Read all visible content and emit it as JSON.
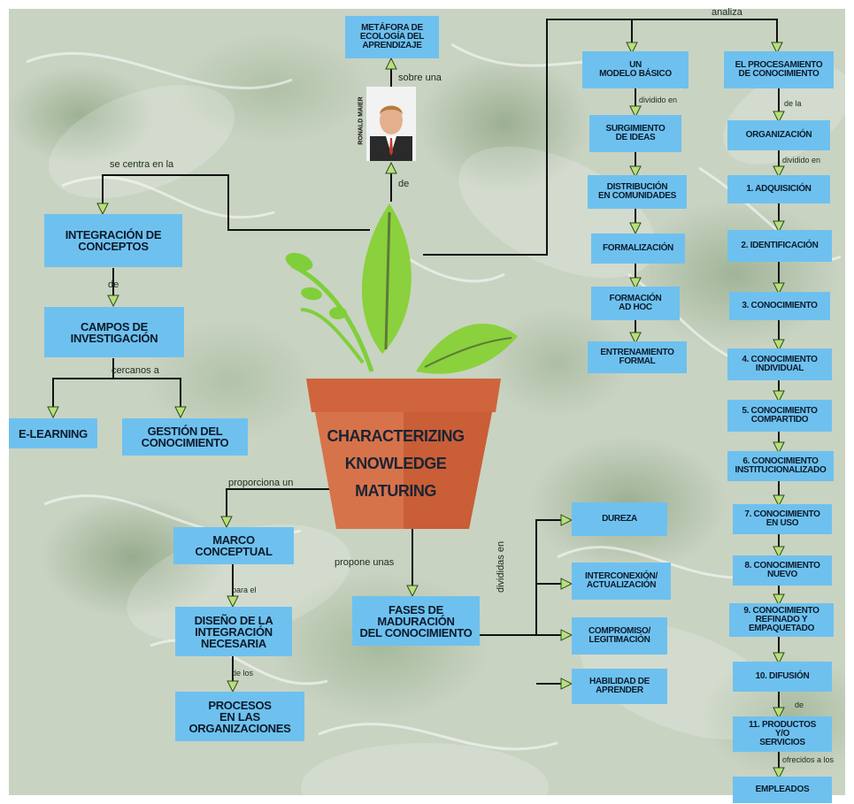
{
  "title": "CHARACTERIZING\nKNOWLEDGE\nMATURING",
  "photo_caption": "RONALD MAIER",
  "nodes": {
    "metafora": "METÁFORA DE\nECOLOGÍA DEL\nAPRENDIZAJE",
    "integracion": "INTEGRACIÓN DE\nCONCEPTOS",
    "campos": "CAMPOS DE\nINVESTIGACIÓN",
    "elearning": "E-LEARNING",
    "gestion": "GESTIÓN DEL\nCONOCIMIENTO",
    "marco": "MARCO\nCONCEPTUAL",
    "diseno": "DISEÑO DE LA\nINTEGRACIÓN\nNECESARIA",
    "procesos": "PROCESOS\nEN LAS\nORGANIZACIONES",
    "fases": "FASES DE\nMADURACIÓN\nDEL CONOCIMIENTO",
    "dureza": "DUREZA",
    "interconexion": "INTERCONEXIÓN/\nACTUALIZACIÓN",
    "compromiso": "COMPROMISO/\nLEGITIMACIÓN",
    "habilidad": "HABILIDAD DE\nAPRENDER",
    "modelo": "UN\nMODELO BÁSICO",
    "surgimiento": "SURGIMIENTO\nDE IDEAS",
    "distribucion": "DISTRIBUCIÓN\nEN COMUNIDADES",
    "formalizacion": "FORMALIZACIÓN",
    "formacion": "FORMACIÓN\nAD HOC",
    "entrenamiento": "ENTRENAMIENTO\nFORMAL",
    "procesamiento": "EL PROCESAMIENTO\nDE CONOCIMIENTO",
    "organizacion": "ORGANIZACIÓN",
    "c1": "1. ADQUISICIÓN",
    "c2": "2. IDENTIFICACIÓN",
    "c3": "3. CONOCIMIENTO",
    "c4": "4. CONOCIMIENTO\nINDIVIDUAL",
    "c5": "5. CONOCIMIENTO\nCOMPARTIDO",
    "c6": "6. CONOCIMIENTO\nINSTITUCIONALIZADO",
    "c7": "7. CONOCIMIENTO\nEN USO",
    "c8": "8. CONOCIMIENTO\nNUEVO",
    "c9": "9. CONOCIMIENTO\nREFINADO Y\nEMPAQUETADO",
    "c10": "10. DIFUSIÓN",
    "c11": "11. PRODUCTOS\nY/O\nSERVICIOS",
    "empleados": "EMPLEADOS"
  },
  "labels": {
    "sobre_una": "sobre una",
    "de_photo": "de",
    "se_centra": "se centra en la",
    "de_campos": "de",
    "cercanos": "cercanos a",
    "proporciona": "proporciona un",
    "para_el": "para el",
    "de_los": "de los",
    "propone": "propone unas",
    "divididas": "divididas en",
    "analiza": "analiza",
    "dividido_modelo": "dividido en",
    "de_la": "de la",
    "dividido_org": "dividido en",
    "de_difusion": "de",
    "ofrecidos": "ofrecidos a los"
  },
  "colors": {
    "node_fill": "#6ec1ee",
    "arrow_fill": "#b7e07a",
    "pot": "#d0643c",
    "plant": "#7fcf3a"
  }
}
